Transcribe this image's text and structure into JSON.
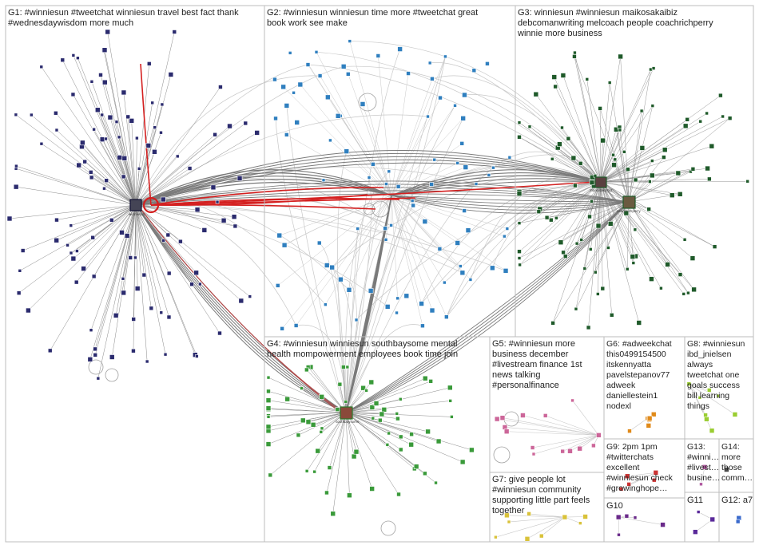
{
  "groups": [
    {
      "id": "G1",
      "label": "G1: #winniesun #tweetchat winniesun travel best fact thank",
      "label2": "#wednesdaywisdom more much",
      "color": "#2b2b6e"
    },
    {
      "id": "G2",
      "label": "G2: #winniesun winniesun time more #tweetchat great",
      "label2": "book work see make",
      "color": "#2f7fbf"
    },
    {
      "id": "G3",
      "label": "G3: winniesun #winniesun maikosakaibiz",
      "label2": "debcomanwriting melcoach people coachrichperry",
      "label3": "winnie more business",
      "color": "#1f5a2a"
    },
    {
      "id": "G4",
      "label": "G4: #winniesun winniesun southbaysome mental",
      "label2": "health mompowerment employees book time join",
      "color": "#3a9a3a"
    },
    {
      "id": "G5",
      "label": "G5: #winniesun more",
      "label2": "business december",
      "label3": "#livestream finance 1st",
      "label4": "news talking",
      "label5": "#personalfinance",
      "color": "#cc6699"
    },
    {
      "id": "G6",
      "label": "G6: #adweekchat",
      "label2": "this0499154500",
      "label3": "itskennyatta",
      "label4": "pavelstepanov77",
      "label5": "adweek",
      "label6": "daniellestein1",
      "label7": "nodexl",
      "color": "#e08a1a"
    },
    {
      "id": "G7",
      "label": "G7: give people lot",
      "label2": "#winniesun community",
      "label3": "supporting little part feels",
      "label4": "together",
      "color": "#d9c23a"
    },
    {
      "id": "G8",
      "label": "G8: #winniesun",
      "label2": "ibd_jnielsen",
      "label3": "always",
      "label4": "tweetchat one",
      "label5": "goals success",
      "label6": "bill learning",
      "label7": "things",
      "color": "#9acd32"
    },
    {
      "id": "G9",
      "label": "G9: 2pm 1pm",
      "label2": "#twitterchats",
      "label3": "excellent",
      "label4": "#winniesun check",
      "label5": "#growinghope…",
      "color": "#cc3333"
    },
    {
      "id": "G10",
      "label": "G10",
      "color": "#6a2a8a"
    },
    {
      "id": "G11",
      "label": "G11",
      "color": "#5a2a9a"
    },
    {
      "id": "G12",
      "label": "G12: a7",
      "color": "#3a6acc"
    },
    {
      "id": "G13",
      "label": "G13:",
      "label2": "#winni…",
      "label3": "#livest…",
      "label4": "busine…",
      "color": "#b05aa0"
    },
    {
      "id": "G14",
      "label": "G14:",
      "label2": "more",
      "label3": "those",
      "label4": "comm…",
      "color": "#4a4a4a"
    }
  ],
  "hubs": [
    {
      "group": "G1",
      "name": "winniesun"
    },
    {
      "group": "G3",
      "name": "maikosakaibiz"
    },
    {
      "group": "G3",
      "name": "coachrichperry"
    },
    {
      "group": "G4",
      "name": "southbaysome"
    }
  ],
  "colors": {
    "edge_gray": "#8a8a8a",
    "edge_light": "#c8c8c8",
    "edge_red": "#d42020",
    "box": "#bdbdbd"
  }
}
